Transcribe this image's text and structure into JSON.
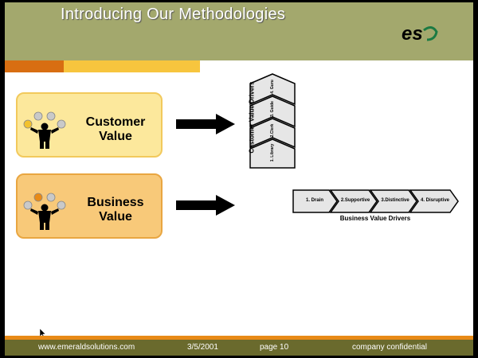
{
  "slide": {
    "title": "Introducing Our Methodologies",
    "logo_text": "es"
  },
  "boxes": {
    "customer": {
      "line1": "Customer",
      "line2": "Value"
    },
    "business": {
      "line1": "Business",
      "line2": "Value"
    }
  },
  "customer_value_drivers": {
    "label": "Customer Value Drivers",
    "items": [
      "4. Guru",
      "3. Guide",
      "2.Clerk",
      "1. Library"
    ]
  },
  "business_value_drivers": {
    "label": "Business Value Drivers",
    "items": [
      "1. Drain",
      "2.Supportive",
      "3.Distinctive",
      "4. Disruptive"
    ]
  },
  "footer": {
    "website": "www.emeraldsolutions.com",
    "date": "3/5/2001",
    "page": "page 10",
    "confidential": "company confidential"
  },
  "colors": {
    "header": "#a3a86d",
    "stripe_orange": "#d86e12",
    "stripe_yellow": "#f7c53e",
    "customer_box": "#fce89c",
    "business_box": "#f8c979",
    "footer": "#6a6a2d",
    "logo_green": "#1b7a43"
  },
  "icons": [
    "juggler-figure-icon",
    "right-arrow-icon",
    "chevron-stack-icon",
    "chevron-chain-icon",
    "mouse-cursor-icon"
  ]
}
